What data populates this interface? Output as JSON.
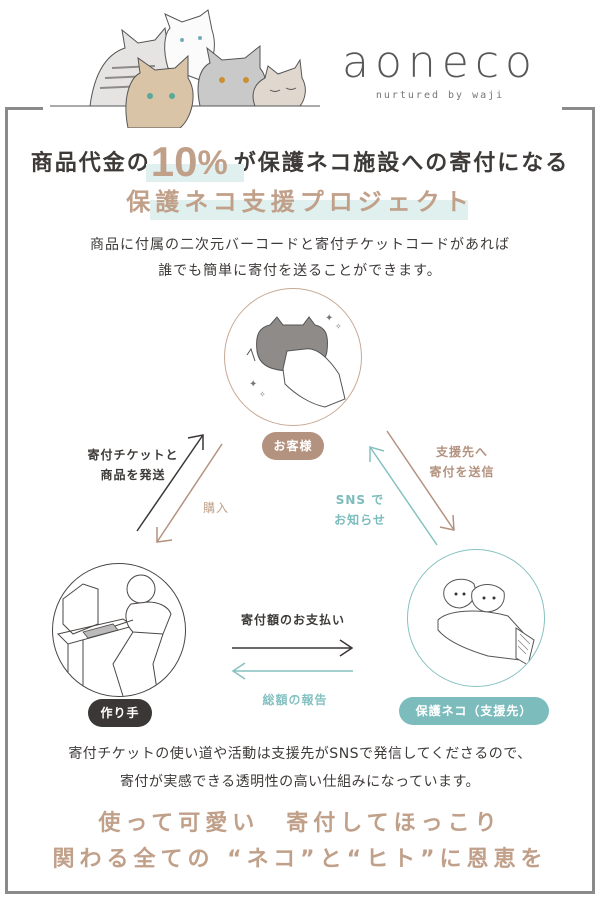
{
  "brand": {
    "logo": "aoneco",
    "tagline": "nurtured by waji"
  },
  "headline": {
    "prefix": "商品代金の",
    "percent": "10",
    "percent_sign": "%",
    "suffix": "が保護ネコ施設への寄付になる"
  },
  "project_title": "保護ネコ支援プロジェクト",
  "intro": {
    "line1": "商品に付属の二次元バーコードと寄付チケットコードがあれば",
    "line2": "誰でも簡単に寄付を送ることができます。"
  },
  "diagram": {
    "nodes": {
      "customer": {
        "label": "お客様",
        "illustration": "hand-holding-cat-purse"
      },
      "maker": {
        "label": "作り手",
        "illustration": "person-at-sewing-machine"
      },
      "shelter": {
        "label": "保護ネコ（支援先）",
        "illustration": "hands-holding-kittens"
      }
    },
    "flows": {
      "ship": {
        "line1": "寄付チケットと",
        "line2": "商品を発送"
      },
      "buy": {
        "label": "購入"
      },
      "send": {
        "line1": "支援先へ",
        "line2": "寄付を送信"
      },
      "sns": {
        "line1": "SNS で",
        "line2": "お知らせ"
      },
      "pay": {
        "label": "寄付額のお支払い"
      },
      "report": {
        "label": "総額の報告"
      }
    }
  },
  "outro": {
    "line1": "寄付チケットの使い道や活動は支援先がSNSで発信してくださるので、",
    "line2": "寄付が実感できる透明性の高い仕組みになっています。"
  },
  "slogan": {
    "line1": "使って可愛い　寄付してほっこり",
    "line2": "関わる全ての “ネコ”と“ヒト”に恩恵を"
  },
  "colors": {
    "accent_brown": "#c1a08a",
    "pill_brown": "#b3927f",
    "accent_teal": "#7dbcbc",
    "highlight_teal": "#dff0ef",
    "dark": "#3a3736",
    "frame": "#8a8a8a"
  }
}
